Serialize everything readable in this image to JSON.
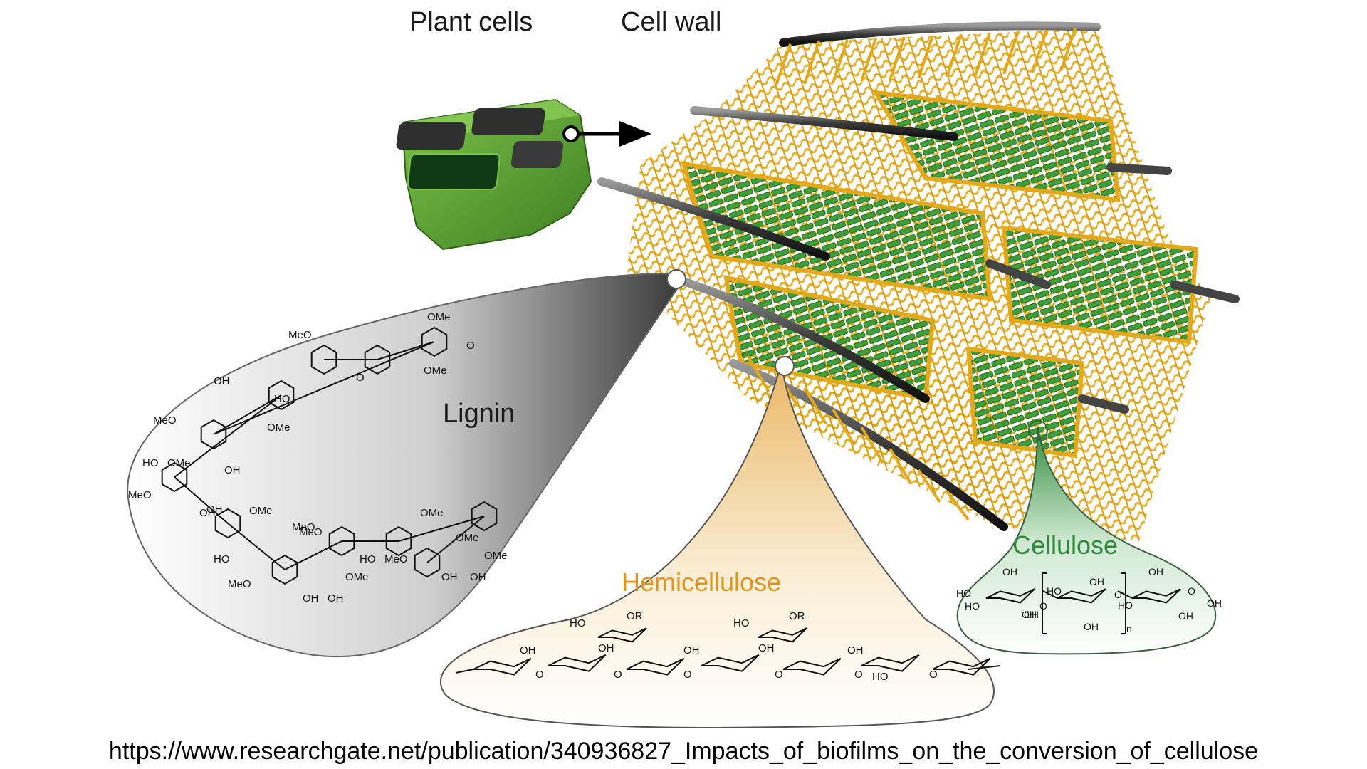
{
  "labels": {
    "plant_cells": "Plant cells",
    "cell_wall": "Cell wall",
    "lignin": "Lignin",
    "hemicellulose": "Hemicellulose",
    "cellulose": "Cellulose"
  },
  "source_url": "https://www.researchgate.net/publication/340936827_Impacts_of_biofilms_on_the_conversion_of_cellulose",
  "lignin_groups": [
    "MeO",
    "OMe",
    "O",
    "O",
    "OMe",
    "OH",
    "HO",
    "OMe",
    "MeO",
    "OMe",
    "HO",
    "OH",
    "MeO",
    "OH",
    "OMe",
    "OH",
    "MeO",
    "OMe",
    "MeO",
    "OMe",
    "HO",
    "MeO",
    "OMe",
    "OMe",
    "HO",
    "MeO",
    "OH",
    "OH",
    "OH",
    "OH"
  ],
  "hemicellulose_groups": [
    "HO",
    "OR",
    "OH",
    "OH",
    "OH",
    "HO",
    "OR",
    "OH",
    "OH",
    "HO",
    "O",
    "O",
    "O",
    "O",
    "O",
    "O"
  ],
  "cellulose_groups": [
    "OH",
    "OH",
    "HO",
    "HO",
    "O",
    "HO",
    "OH",
    "O",
    "O",
    "HO",
    "OH",
    "OH",
    "OH",
    "OH",
    "OH",
    "n"
  ],
  "colors": {
    "lignin_matrix": "#e8b420",
    "cellulose_fibril": "#3d9a3f",
    "hemicellulose_rod": "#4a4a4a",
    "hemicellulose_text": "#e0961e",
    "cellulose_text": "#2e8b3e",
    "plant_cell": "#5fa832"
  }
}
